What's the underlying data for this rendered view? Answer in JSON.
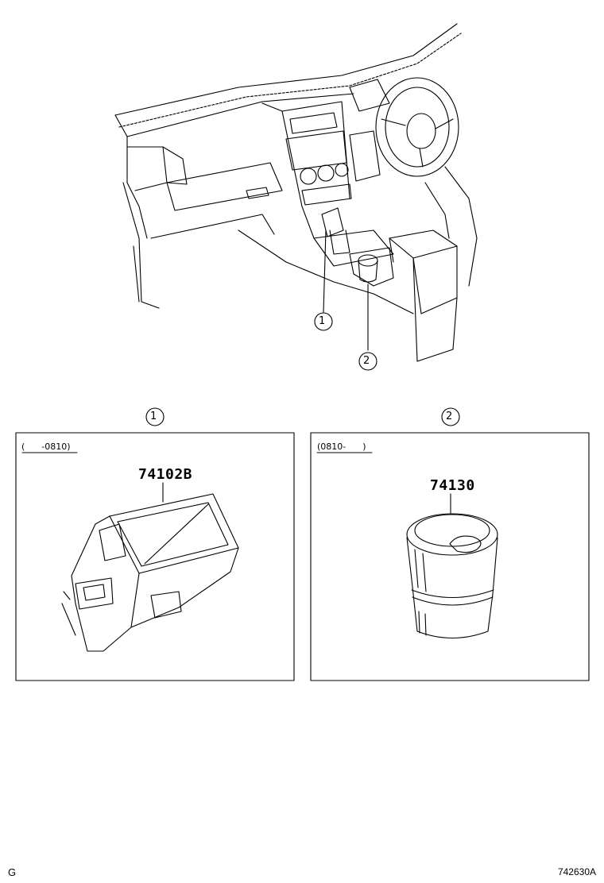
{
  "overview": {
    "callouts": [
      "1",
      "2"
    ]
  },
  "panels": [
    {
      "callout": "1",
      "range": "(      -0810)",
      "part_number": "74102B"
    },
    {
      "callout": "2",
      "range": "(0810-      )",
      "part_number": "74130"
    }
  ],
  "footer": {
    "left_code": "G",
    "illustration_id": "742630A"
  }
}
